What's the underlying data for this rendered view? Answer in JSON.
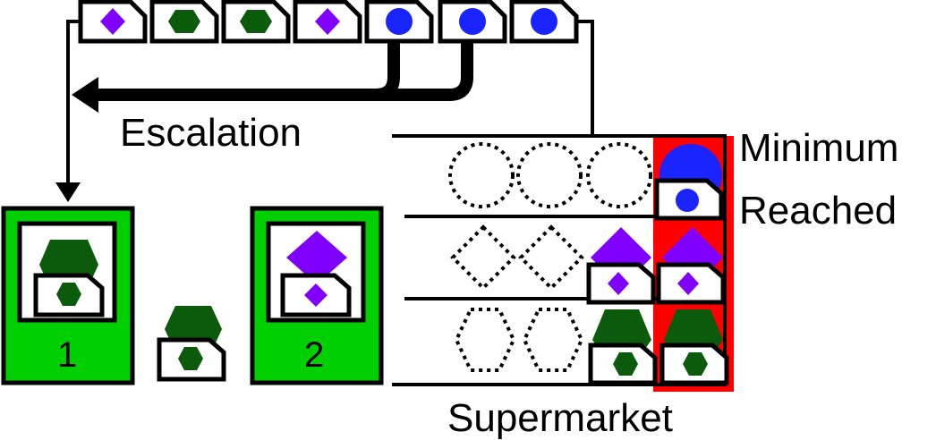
{
  "labels": {
    "escalation": "Escalation",
    "minimum_line1": "Minimum",
    "minimum_line2": "Reached",
    "supermarket": "Supermarket",
    "station1": "1",
    "station2": "2"
  },
  "colors": {
    "purple": "#7f00ff",
    "green": "#0c5a0c",
    "blue": "#1a24ff",
    "station_fill": "#00d000",
    "minimum_highlight": "#ff0000",
    "stroke": "#000000"
  },
  "queue_cards": [
    "diamond-purple",
    "hexagon-green",
    "hexagon-green",
    "diamond-purple",
    "circle-blue",
    "circle-blue",
    "circle-blue"
  ],
  "supermarket_rows": [
    {
      "item": "circle-blue",
      "empty_slots": 3,
      "filled_slots": 1
    },
    {
      "item": "diamond-purple",
      "empty_slots": 2,
      "filled_slots": 2
    },
    {
      "item": "hexagon-green",
      "empty_slots": 2,
      "filled_slots": 2
    }
  ]
}
